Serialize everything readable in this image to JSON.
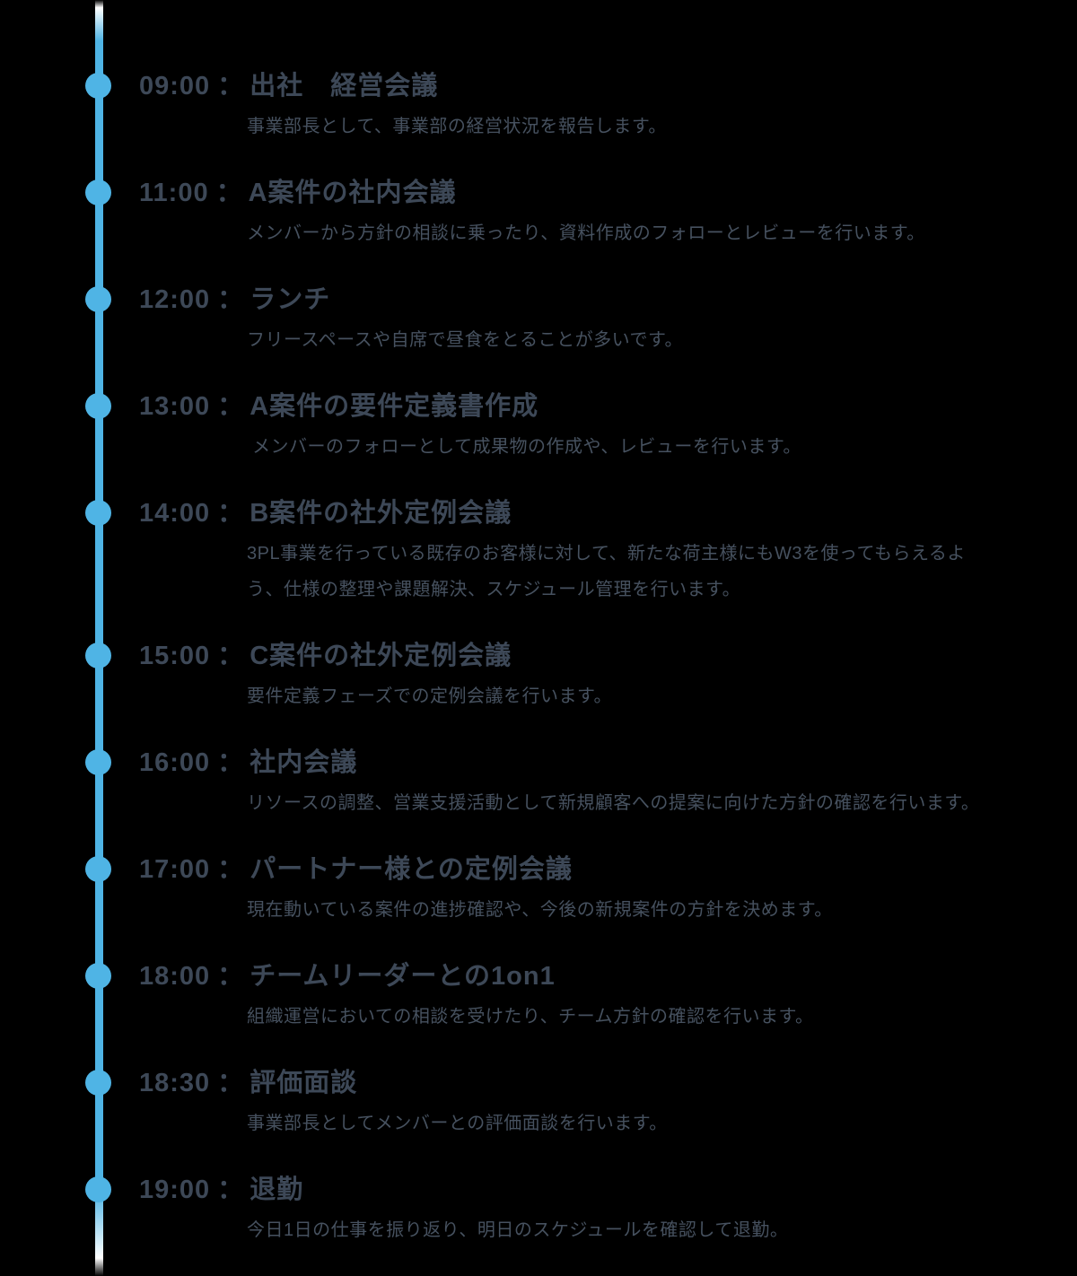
{
  "page": {
    "background_color": "#000000"
  },
  "timeline": {
    "colors": {
      "accent": "#4fb4e5",
      "title_text": "#3d4857",
      "description_text": "#46515f",
      "line_fade": "#ffffff"
    },
    "separator": "：",
    "entries": [
      {
        "time": "09:00",
        "title": "出社　経営会議",
        "description": "事業部長として、事業部の経営状況を報告します。"
      },
      {
        "time": "11:00",
        "title": "A案件の社内会議",
        "description": "メンバーから方針の相談に乗ったり、資料作成のフォローとレビューを行います。"
      },
      {
        "time": "12:00",
        "title": "ランチ",
        "description": "フリースペースや自席で昼食をとることが多いです。"
      },
      {
        "time": "13:00",
        "title": "A案件の要件定義書作成",
        "description": " メンバーのフォローとして成果物の作成や、レビューを行います。"
      },
      {
        "time": "14:00",
        "title": "B案件の社外定例会議",
        "description": "3PL事業を行っている既存のお客様に対して、新たな荷主様にもW3を使ってもらえるよう、仕様の整理や課題解決、スケジュール管理を行います。"
      },
      {
        "time": "15:00",
        "title": "C案件の社外定例会議",
        "description": "要件定義フェーズでの定例会議を行います。"
      },
      {
        "time": "16:00",
        "title": "社内会議",
        "description": "リソースの調整、営業支援活動として新規顧客への提案に向けた方針の確認を行います。"
      },
      {
        "time": "17:00",
        "title": "パートナー様との定例会議",
        "description": "現在動いている案件の進捗確認や、今後の新規案件の方針を決めます。"
      },
      {
        "time": "18:00",
        "title": "チームリーダーとの1on1",
        "description": "組織運営においての相談を受けたり、チーム方針の確認を行います。"
      },
      {
        "time": "18:30",
        "title": "評価面談",
        "description": "事業部長としてメンバーとの評価面談を行います。"
      },
      {
        "time": "19:00",
        "title": "退勤",
        "description": "今日1日の仕事を振り返り、明日のスケジュールを確認して退勤。"
      }
    ]
  }
}
